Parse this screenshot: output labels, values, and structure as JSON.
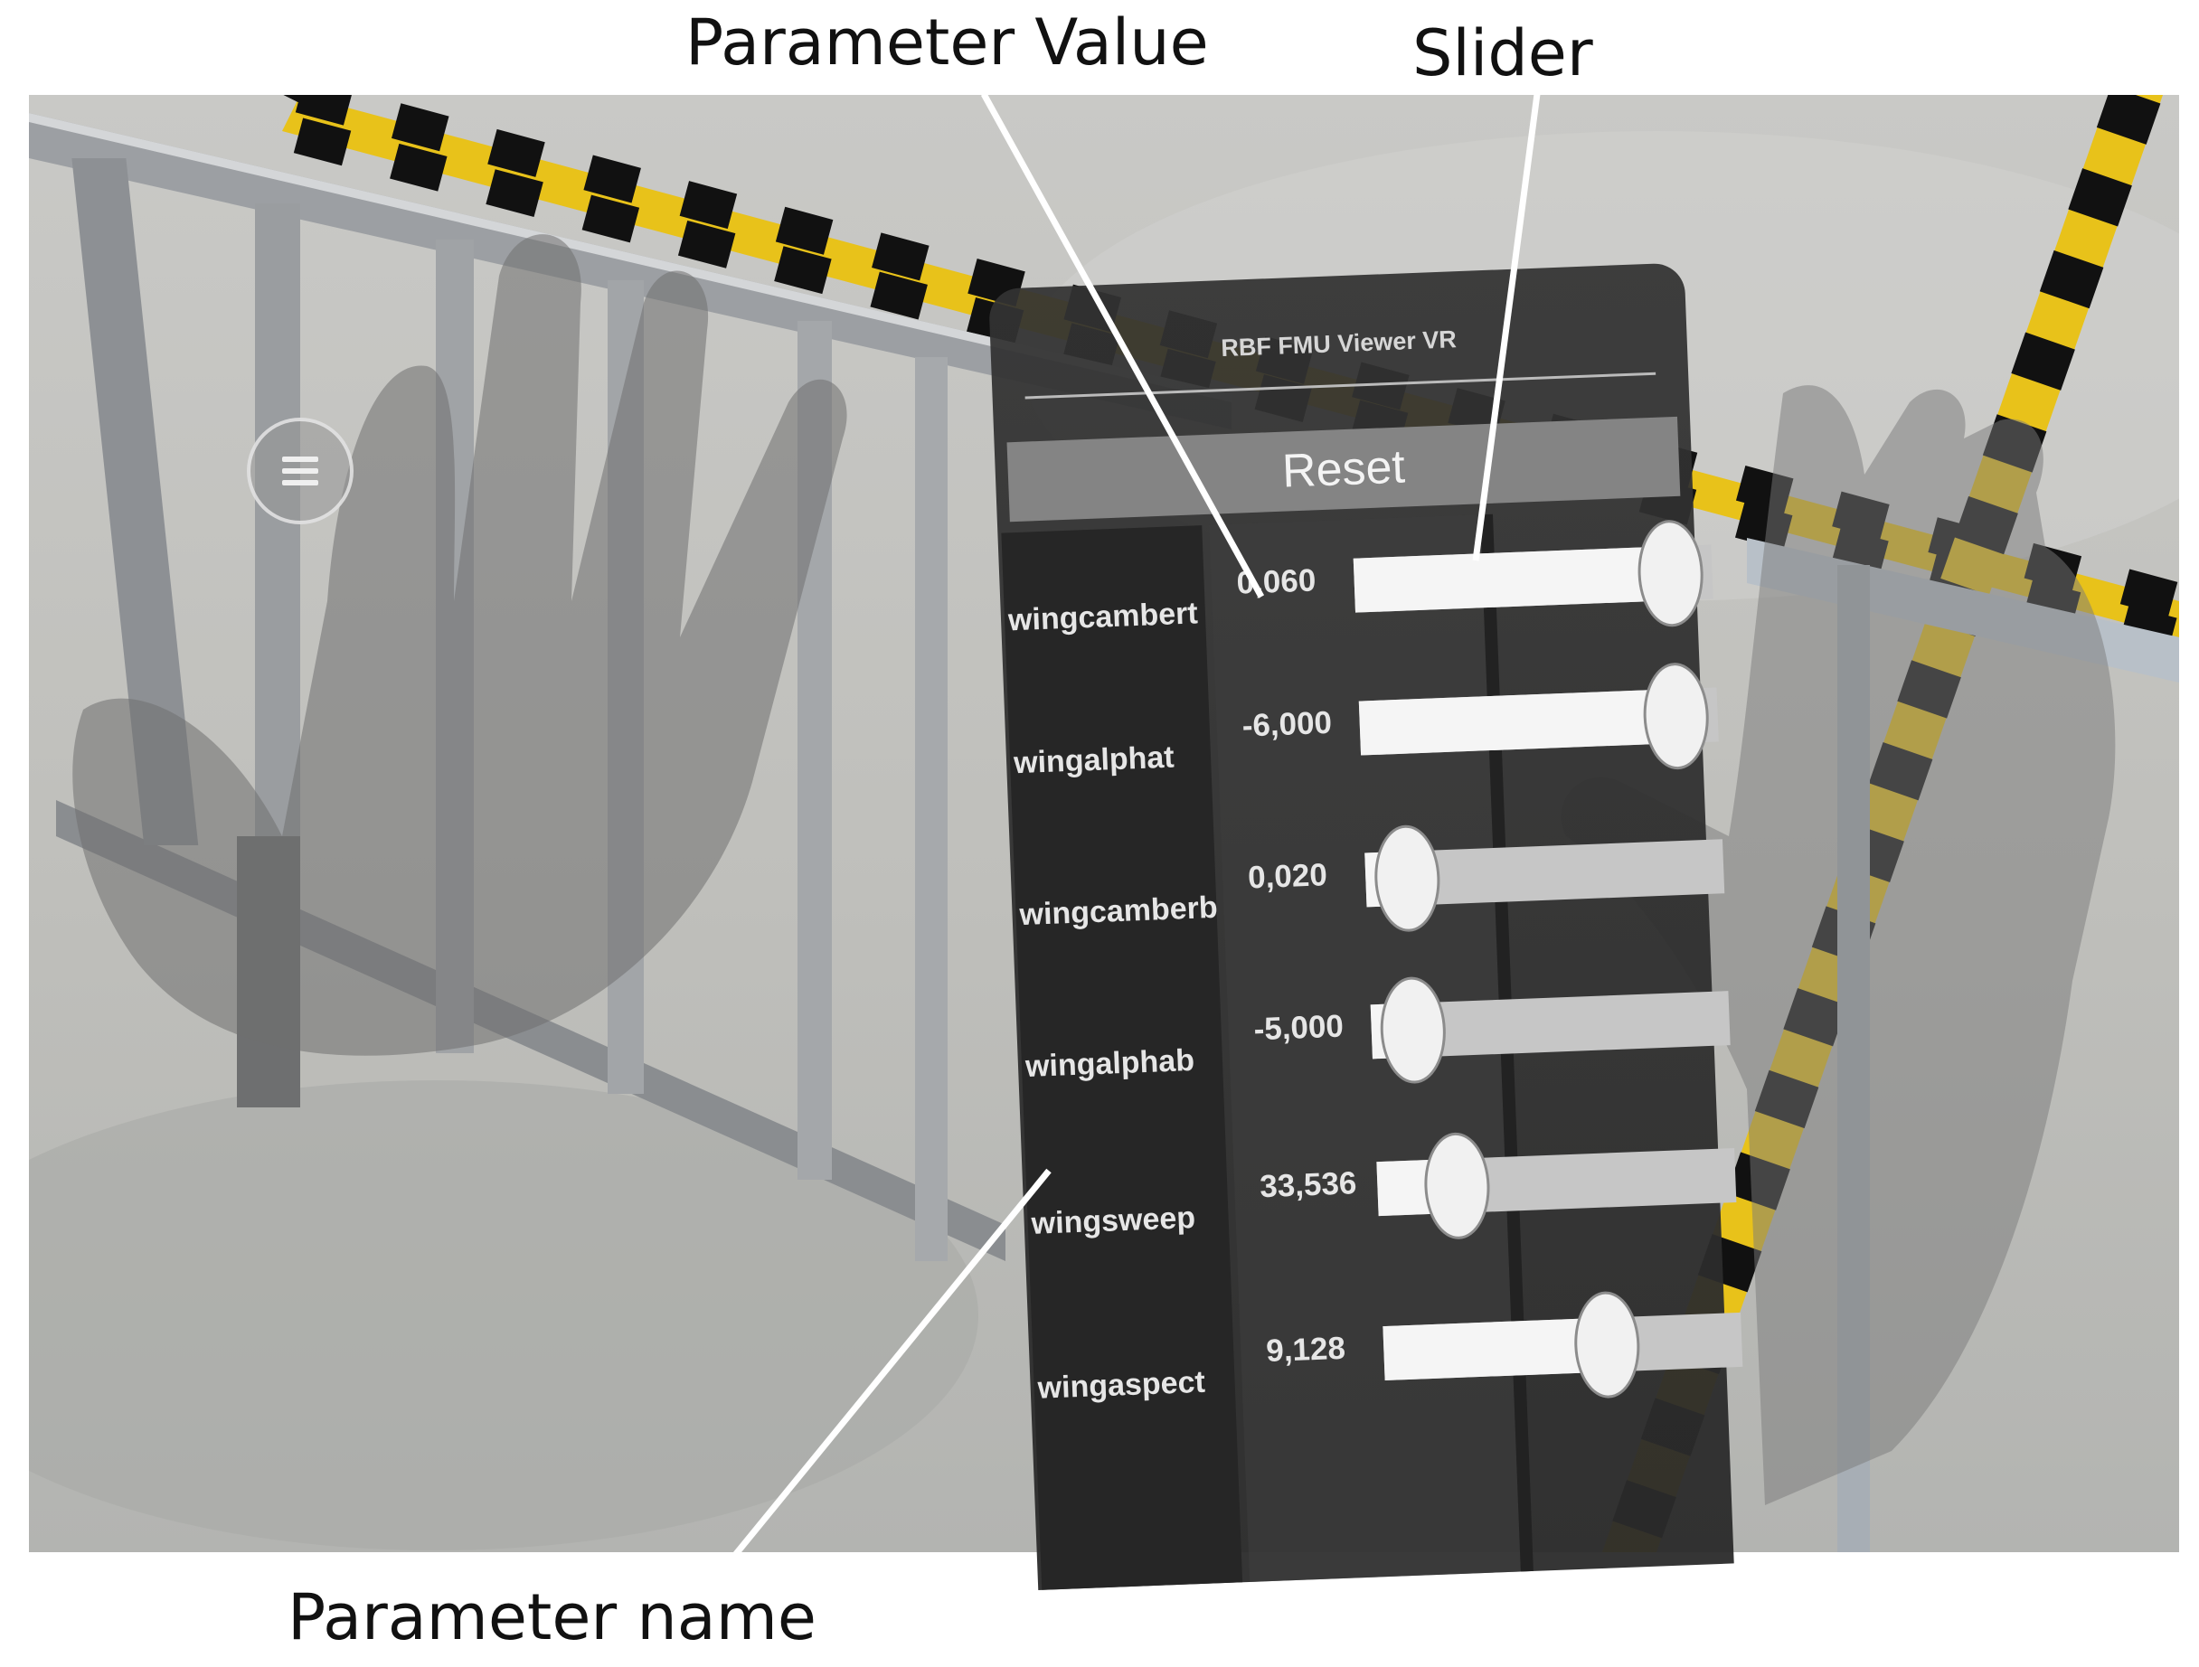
{
  "callouts": {
    "parameter_value": "Parameter Value",
    "slider": "Slider",
    "parameter_name": "Parameter name"
  },
  "scene": {
    "menu_icon": "hamburger-menu-icon"
  },
  "panel": {
    "title": "RBF FMU Viewer VR",
    "reset_label": "Reset",
    "parameters": [
      {
        "name": "wingcambert",
        "value": "0,060",
        "slider_fraction": 0.97
      },
      {
        "name": "wingalphat",
        "value": "-6,000",
        "slider_fraction": 0.97
      },
      {
        "name": "wingcamberb",
        "value": "0,020",
        "slider_fraction": 0.03
      },
      {
        "name": "wingalphab",
        "value": "-5,000",
        "slider_fraction": 0.03
      },
      {
        "name": "wingsweep",
        "value": "33,536",
        "slider_fraction": 0.16
      },
      {
        "name": "wingaspect",
        "value": "9,128",
        "slider_fraction": 0.65
      }
    ]
  },
  "colors": {
    "panel_bg": "#2f2f2f",
    "reset_button": "#848484",
    "hazard_yellow": "#e8c21a"
  }
}
